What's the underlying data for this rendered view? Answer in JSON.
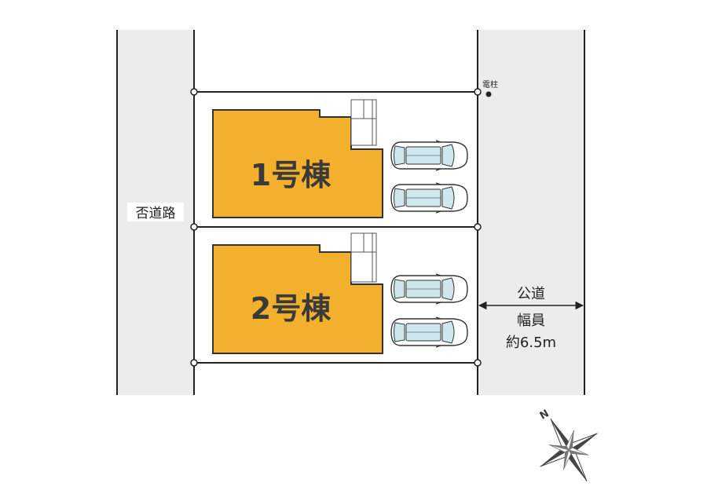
{
  "roads": {
    "left": {
      "label": "否道路"
    },
    "right": {
      "label": "公道",
      "width_label": "幅員",
      "width_value": "約6.5m"
    }
  },
  "utility_pole": {
    "label": "電柱"
  },
  "buildings": [
    {
      "label": "1号棟",
      "color": "#F2B02C",
      "parking_spaces": 2
    },
    {
      "label": "2号棟",
      "color": "#F2B02C",
      "parking_spaces": 2
    }
  ],
  "compass": {
    "label": "N"
  },
  "colors": {
    "road": "#ECECEC",
    "car_glass": "#CFE8EE",
    "building": "#F2B02C"
  }
}
